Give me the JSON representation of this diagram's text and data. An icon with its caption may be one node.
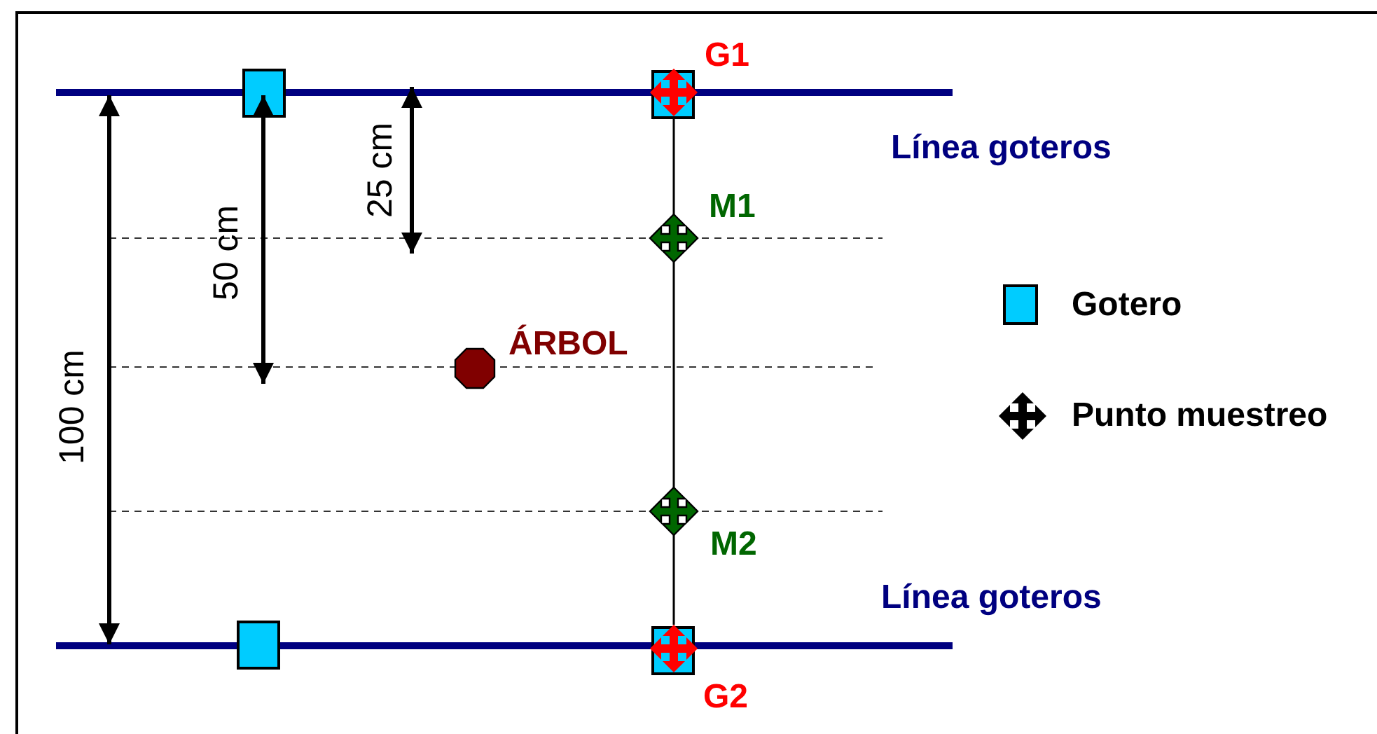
{
  "diagram": {
    "nodes": [
      {
        "text": [],
        "shape": "cross",
        "beside": [
          "G1"
        ]
      },
      {
        "text": [],
        "shape": "cross",
        "beside": [
          "M1"
        ]
      },
      {
        "text": [],
        "shape": "octagon",
        "beside": [
          "ÁRBOL"
        ]
      },
      {
        "text": [],
        "shape": "cross",
        "beside": [
          "M2"
        ]
      },
      {
        "text": [],
        "shape": "cross",
        "beside": [
          "G2"
        ]
      }
    ],
    "edges": [
      {
        "from": 0,
        "to": 1,
        "arrow": "none"
      },
      {
        "from": 1,
        "to": 3,
        "arrow": "none"
      },
      {
        "from": 3,
        "to": 4,
        "arrow": "none"
      }
    ],
    "labels": [
      "Línea goteros",
      "25 cm",
      "50 cm",
      "100 cm",
      "Línea goteros"
    ],
    "legend": [
      {
        "text": "Gotero",
        "color": "#00ccff"
      },
      {
        "text": "Punto muestreo"
      }
    ]
  }
}
